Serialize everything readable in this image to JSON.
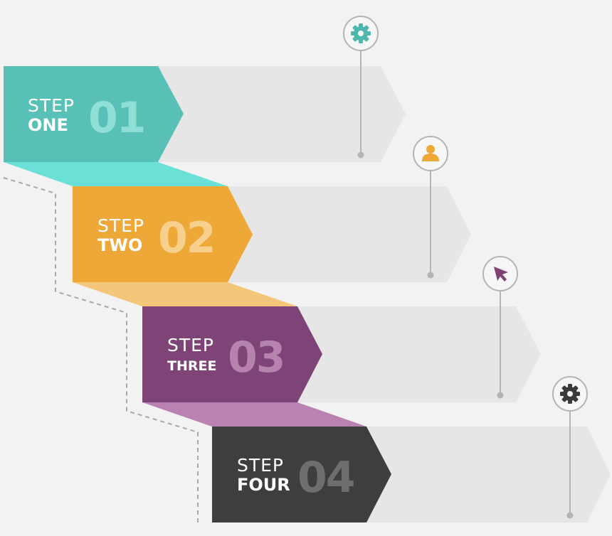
{
  "colors": {
    "background": "#f2f2f2",
    "ghost_arrow": "#e6e6e6",
    "connector_line": "#b4b4b4",
    "dashed_path": "#a8a8a8"
  },
  "steps": [
    {
      "word": "STEP",
      "ordinal": "ONE",
      "number": "01",
      "color": "#58c0b6",
      "fold_color": "#6ae0d6",
      "number_color": "#8ee0d7",
      "icon": "gear-icon",
      "icon_color": "#4fb8ae"
    },
    {
      "word": "STEP",
      "ordinal": "TWO",
      "number": "02",
      "color": "#eea838",
      "fold_color": "#f4c67a",
      "number_color": "#f6d08c",
      "icon": "user-icon",
      "icon_color": "#eea838"
    },
    {
      "word": "STEP",
      "ordinal": "THREE",
      "number": "03",
      "color": "#7e4478",
      "fold_color": "#b982b3",
      "number_color": "#b682ae",
      "icon": "cursor-icon",
      "icon_color": "#7e4478"
    },
    {
      "word": "STEP",
      "ordinal": "FOUR",
      "number": "04",
      "color": "#3f3d3e",
      "fold_color": "#b982b3",
      "number_color": "#6e6e6e",
      "icon": "gear-icon",
      "icon_color": "#3a3a3a"
    }
  ]
}
